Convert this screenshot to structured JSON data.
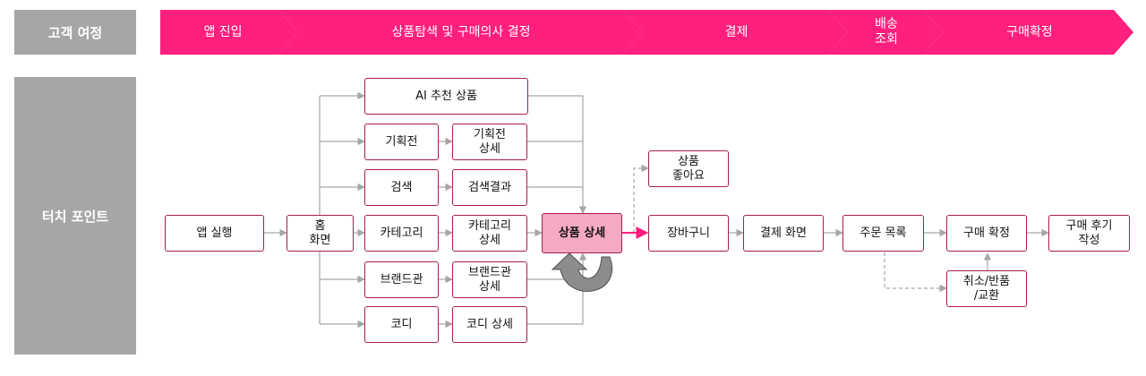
{
  "journey_label": "고객 여정",
  "touchpoint_label": "터치 포인트",
  "colors": {
    "stage": "#ff1f7d",
    "node_border": "#a81e4d",
    "focus_fill": "#f6a9c5",
    "side": "#a6a6a6",
    "line": "#a6a6a6",
    "accent_arrow": "#ff1f7d"
  },
  "stages": {
    "entry": "앱 진입",
    "explore": "상품탐색 및 구매의사 결정",
    "payment": "결제",
    "delivery": "배송\n조회",
    "confirm": "구매확정"
  },
  "nodes": {
    "app_launch": "앱 실행",
    "home": "홈\n화면",
    "ai_recommend": "AI 추천 상품",
    "exhibition": "기획전",
    "exhibition_detail": "기획전\n상세",
    "search": "검색",
    "search_result": "검색결과",
    "category": "카테고리",
    "category_detail": "카테고리\n상세",
    "brand": "브랜드관",
    "brand_detail": "브랜드관\n상세",
    "codi": "코디",
    "codi_detail": "코디 상세",
    "product_detail": "상품 상세",
    "like": "상품\n좋아요",
    "cart": "장바구니",
    "checkout": "결제 화면",
    "order_list": "주문 목록",
    "purchase_confirm": "구매 확정",
    "review": "구매 후기\n작성",
    "cancel_return": "취소/반품\n/교환"
  }
}
